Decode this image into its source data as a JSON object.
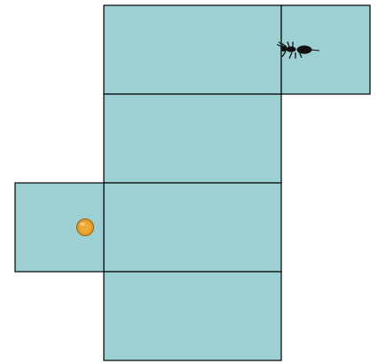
{
  "net": {
    "face_color": "#9dd0d3",
    "edge_color": "#000000",
    "faces": [
      "top-main",
      "top-side",
      "upper-middle",
      "middle",
      "left-side",
      "bottom"
    ],
    "markers": {
      "ant": {
        "icon": "ant-icon",
        "body_color": "#111111"
      },
      "crumb": {
        "icon": "crumb-icon",
        "fill": "#e0992c",
        "stroke": "#9a6614"
      }
    }
  }
}
